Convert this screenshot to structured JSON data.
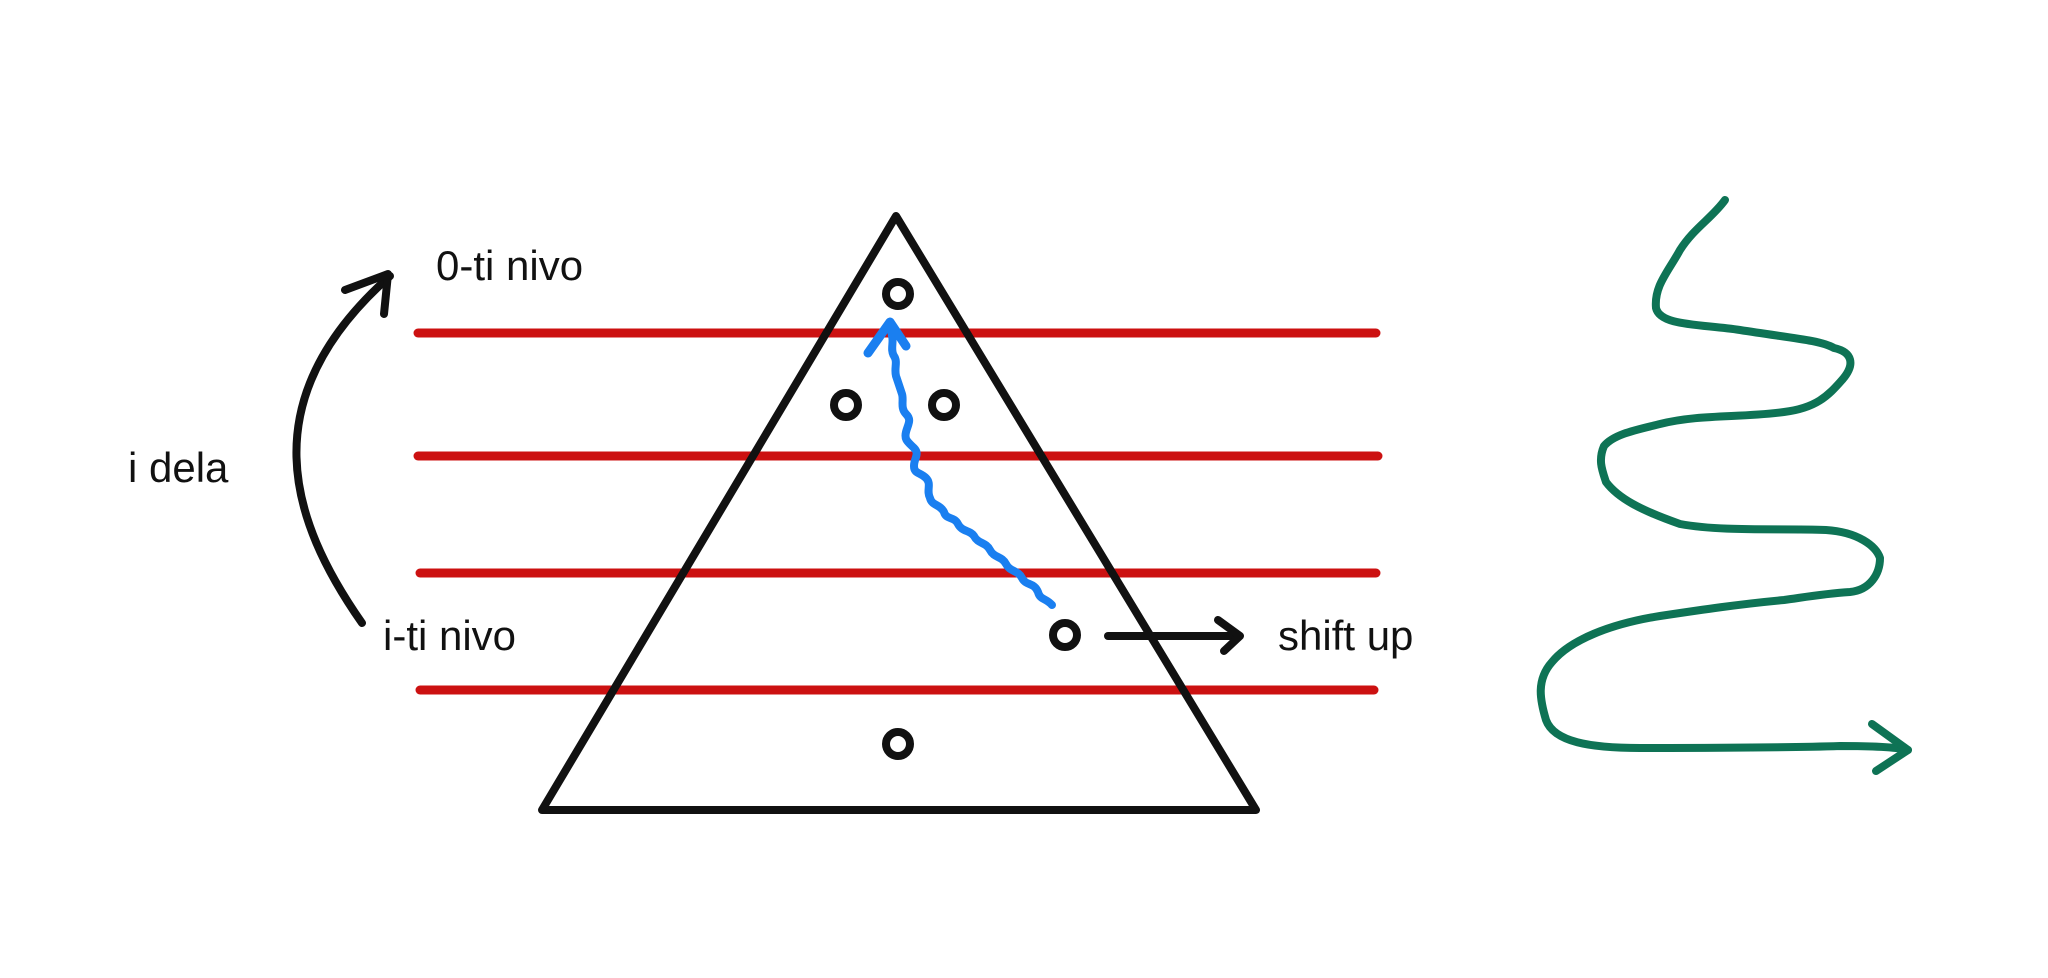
{
  "labels": {
    "top_level": "0-ti nivo",
    "parts": "i dela",
    "current_level": "i-ti nivo",
    "shift_up": "shift up"
  },
  "colors": {
    "ink": "#111111",
    "level_lines": "#cc1111",
    "path": "#1a7ff0",
    "zigzag": "#0e7355",
    "background": "#ffffff"
  },
  "icons": {
    "nodes": "circle-node",
    "arrows": "hand-drawn-arrow"
  }
}
